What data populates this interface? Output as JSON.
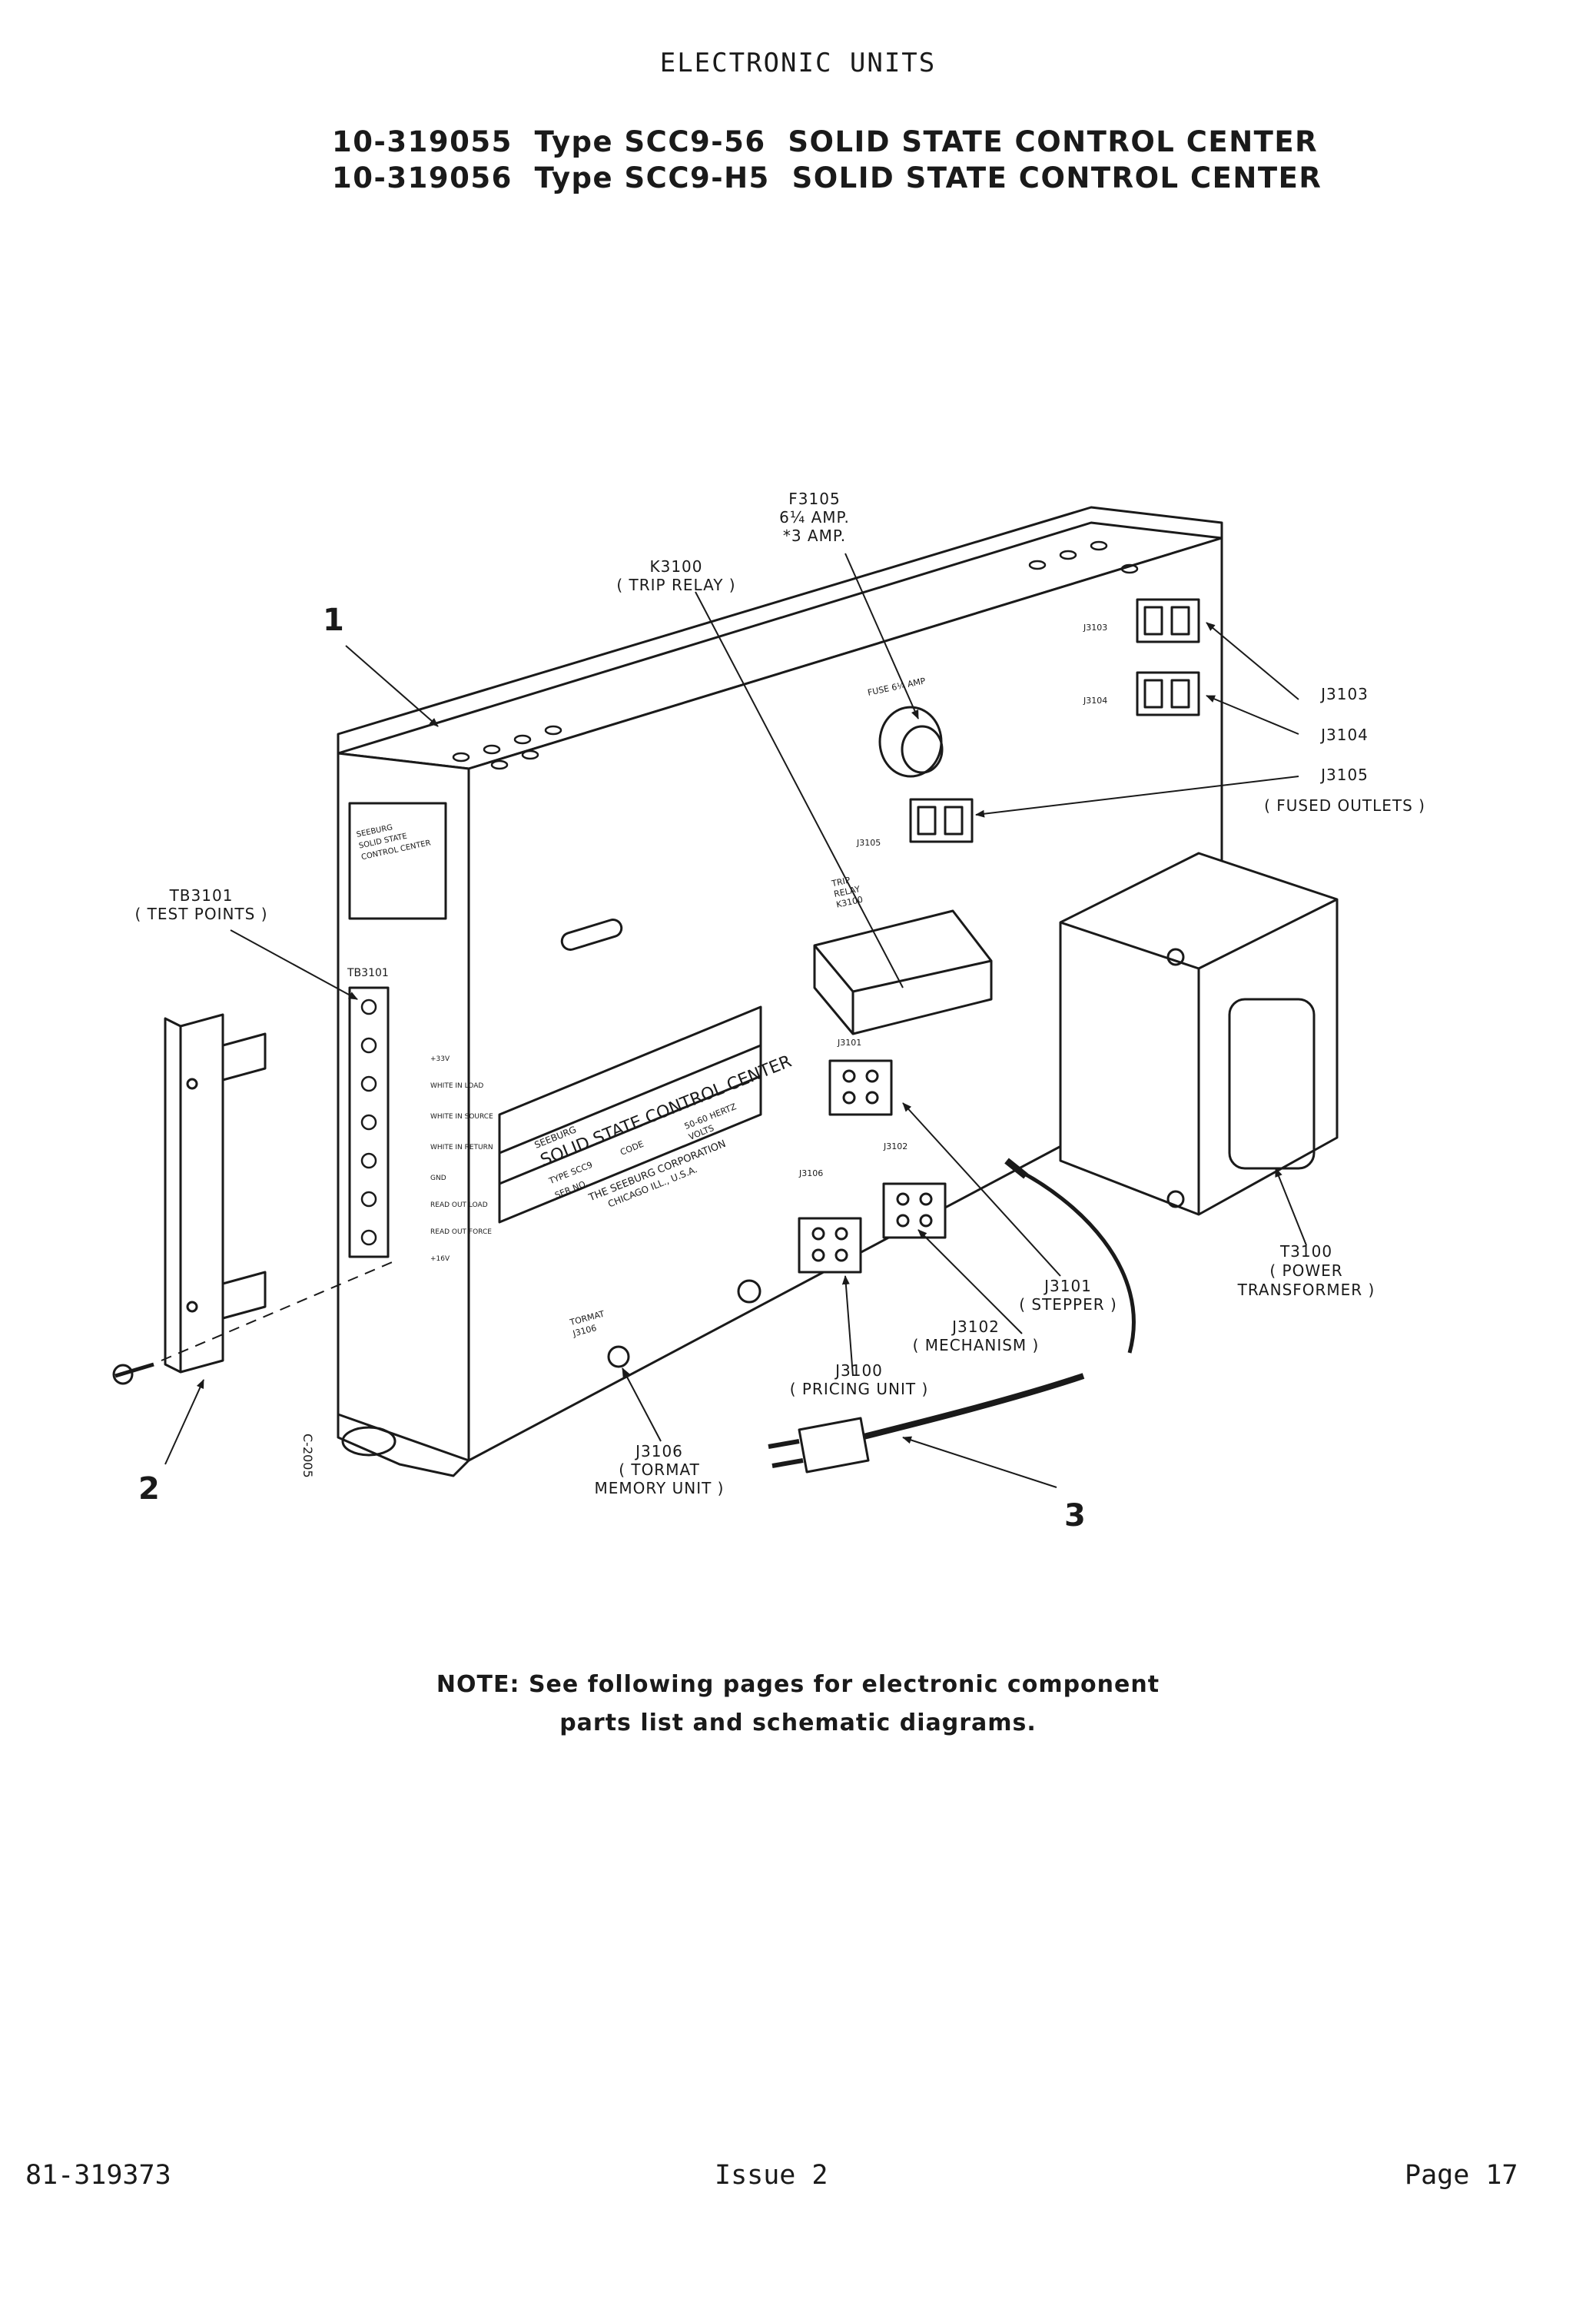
{
  "header": {
    "section": "ELECTRONIC UNITS",
    "models": [
      {
        "part": "10-319055",
        "type_word": "Type",
        "type_code": "SCC9-56",
        "name": "SOLID STATE CONTROL CENTER"
      },
      {
        "part": "10-319056",
        "type_word": "Type",
        "type_code": "SCC9-H5",
        "name": "SOLID STATE CONTROL CENTER"
      }
    ]
  },
  "figure": {
    "index_labels": [
      "1",
      "2",
      "3"
    ],
    "callouts": {
      "f3105": [
        "F3105",
        "6¼ AMP.",
        "*3 AMP."
      ],
      "k3100": [
        "K3100",
        "( TRIP RELAY )"
      ],
      "j3103": "J3103",
      "j3104": "J3104",
      "j3105": [
        "J3105",
        "( FUSED OUTLETS )"
      ],
      "tb3101": [
        "TB3101",
        "( TEST POINTS )"
      ],
      "t3100": [
        "T3100",
        "( POWER",
        "TRANSFORMER )"
      ],
      "j3101": [
        "J3101",
        "( STEPPER )"
      ],
      "j3102": [
        "J3102",
        "( MECHANISM )"
      ],
      "j3100": [
        "J3100",
        "( PRICING UNIT )"
      ],
      "j3106": [
        "J3106",
        "( TORMAT",
        "MEMORY UNIT )"
      ]
    },
    "nameplate": {
      "company_tag": "SEEBURG",
      "title": "SOLID STATE CONTROL CENTER",
      "type_field": "TYPE SCC9",
      "code_field": "CODE",
      "freq_field": "50-60 HERTZ",
      "volts_field": "VOLTS",
      "ser_field": "SER NO.",
      "maker": "THE SEEBURG CORPORATION",
      "city": "CHICAGO ILL., U.S.A."
    },
    "side_label": [
      "SEEBURG",
      "SOLID STATE",
      "CONTROL CENTER"
    ],
    "panel_tb": "TB3101",
    "tb_terminal_labels": [
      "+33V",
      "WHITE IN LOAD",
      "WHITE IN SOURCE",
      "WHITE IN RETURN",
      "GND",
      "READ OUT LOAD",
      "READ OUT FORCE",
      "+16V"
    ],
    "fuse_label": "FUSE 6¼ AMP",
    "relay_label": [
      "TRIP",
      "RELAY",
      "K3100"
    ],
    "small_jacks": [
      "J3103",
      "J3104",
      "J3105",
      "J3101",
      "J3106",
      "J3102"
    ],
    "tormat_label": [
      "TORMAT",
      "J3106"
    ],
    "drawing_code": "C-2005"
  },
  "note": {
    "label": "NOTE:",
    "line1": "See following pages for electronic component",
    "line2": "parts list and schematic diagrams."
  },
  "footer": {
    "doc_number": "81-319373",
    "issue": "Issue 2",
    "page": "Page 17"
  }
}
